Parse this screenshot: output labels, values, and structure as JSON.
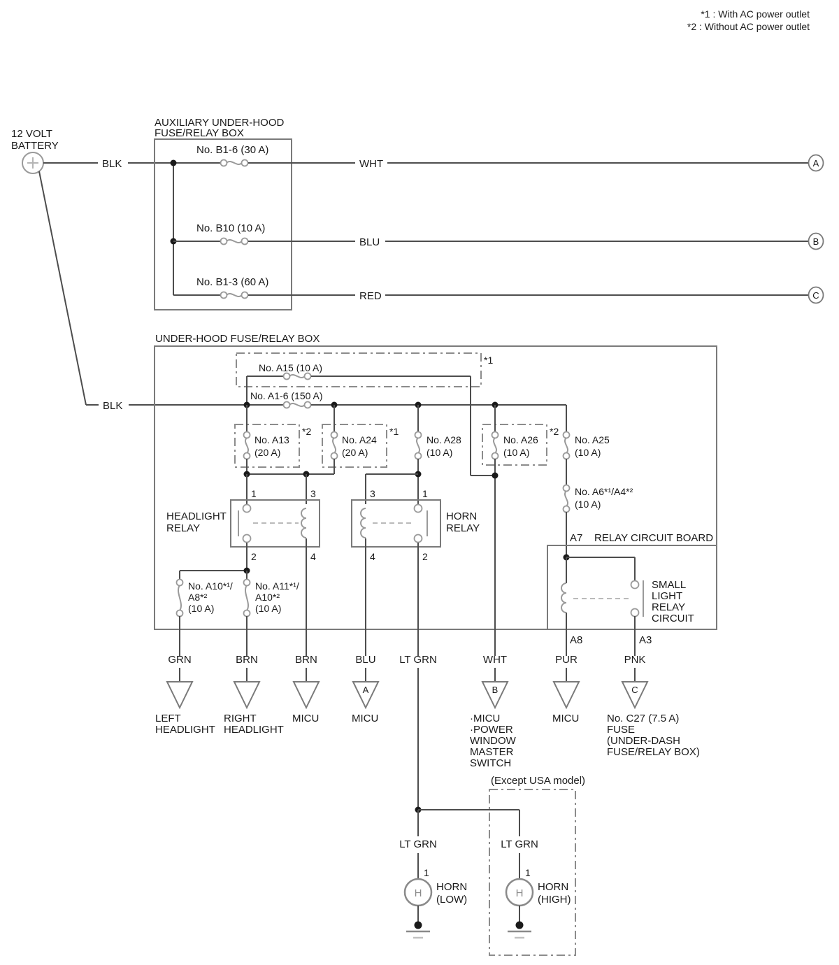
{
  "colors": {
    "line": "#4d4d4d",
    "box_outline": "#7a7a7a",
    "text": "#1a1a1a"
  },
  "notes": [
    "*1 : With AC power outlet",
    "*2 : Without AC power outlet"
  ],
  "battery": {
    "line1": "12 VOLT",
    "line2": "BATTERY",
    "wire_top": "BLK",
    "wire_bottom": "BLK"
  },
  "aux": {
    "title1": "AUXILIARY UNDER-HOOD",
    "title2": "FUSE/RELAY BOX",
    "rows": [
      {
        "fuse": "No. B1-6 (30 A)",
        "wire": "WHT",
        "conn": "A"
      },
      {
        "fuse": "No. B10 (10 A)",
        "wire": "BLU",
        "conn": "B"
      },
      {
        "fuse": "No. B1-3 (60 A)",
        "wire": "RED",
        "conn": "C"
      }
    ]
  },
  "uh": {
    "title": "UNDER-HOOD FUSE/RELAY BOX",
    "a15": {
      "label": "No. A15 (10 A)",
      "tag": "*1"
    },
    "a16": {
      "label": "No. A1-6 (150 A)"
    },
    "a13": {
      "l1": "No. A13",
      "l2": "(20 A)",
      "tag": "*2"
    },
    "a24": {
      "l1": "No. A24",
      "l2": "(20 A)",
      "tag": "*1"
    },
    "a28": {
      "l1": "No. A28",
      "l2": "(10 A)"
    },
    "a26": {
      "l1": "No. A26",
      "l2": "(10 A)",
      "tag": "*2"
    },
    "a25": {
      "l1": "No. A25",
      "l2": "(10 A)"
    },
    "a6a4": {
      "l1": "No. A6*¹/A4*²",
      "l2": "(10 A)"
    },
    "a10a8": {
      "l1": "No. A10*¹/",
      "l2": "A8*²",
      "l3": "(10 A)"
    },
    "a11a10": {
      "l1": "No. A11*¹/",
      "l2": "A10*²",
      "l3": "(10 A)"
    },
    "hl_relay": {
      "name1": "HEADLIGHT",
      "name2": "RELAY",
      "pin_tl": "1",
      "pin_tr": "3",
      "pin_bl": "2",
      "pin_br": "4"
    },
    "horn_relay": {
      "name1": "HORN",
      "name2": "RELAY",
      "pin_tl": "3",
      "pin_tr": "1",
      "pin_bl": "4",
      "pin_br": "2"
    },
    "board": {
      "title": "RELAY CIRCUIT BOARD",
      "pin_in": "A7",
      "pin_coil": "A8",
      "pin_sw": "A3",
      "label": [
        "SMALL",
        "LIGHT",
        "RELAY",
        "CIRCUIT"
      ]
    }
  },
  "out": {
    "grn": {
      "wire": "GRN",
      "dest1": "LEFT",
      "dest2": "HEADLIGHT"
    },
    "brn1": {
      "wire": "BRN",
      "dest1": "RIGHT",
      "dest2": "HEADLIGHT"
    },
    "brn2": {
      "wire": "BRN",
      "dest1": "MICU"
    },
    "blu": {
      "wire": "BLU",
      "conn": "A",
      "dest1": "MICU"
    },
    "ltgrn": {
      "wire": "LT GRN"
    },
    "wht": {
      "wire": "WHT",
      "conn": "B",
      "dest1": "·MICU",
      "dest2": "·POWER",
      "dest3": "WINDOW",
      "dest4": "MASTER",
      "dest5": "SWITCH"
    },
    "pur": {
      "wire": "PUR",
      "dest1": "MICU"
    },
    "pnk": {
      "wire": "PNK",
      "conn": "C",
      "dest1": "No. C27 (7.5 A)",
      "dest2": "FUSE",
      "dest3": "(UNDER-DASH",
      "dest4": "FUSE/RELAY BOX)"
    }
  },
  "horn": {
    "except": "(Except USA model)",
    "low": {
      "wire": "LT GRN",
      "pin": "1",
      "sym": "H",
      "name": "HORN",
      "type": "(LOW)"
    },
    "high": {
      "wire": "LT GRN",
      "pin": "1",
      "sym": "H",
      "name": "HORN",
      "type": "(HIGH)"
    }
  }
}
